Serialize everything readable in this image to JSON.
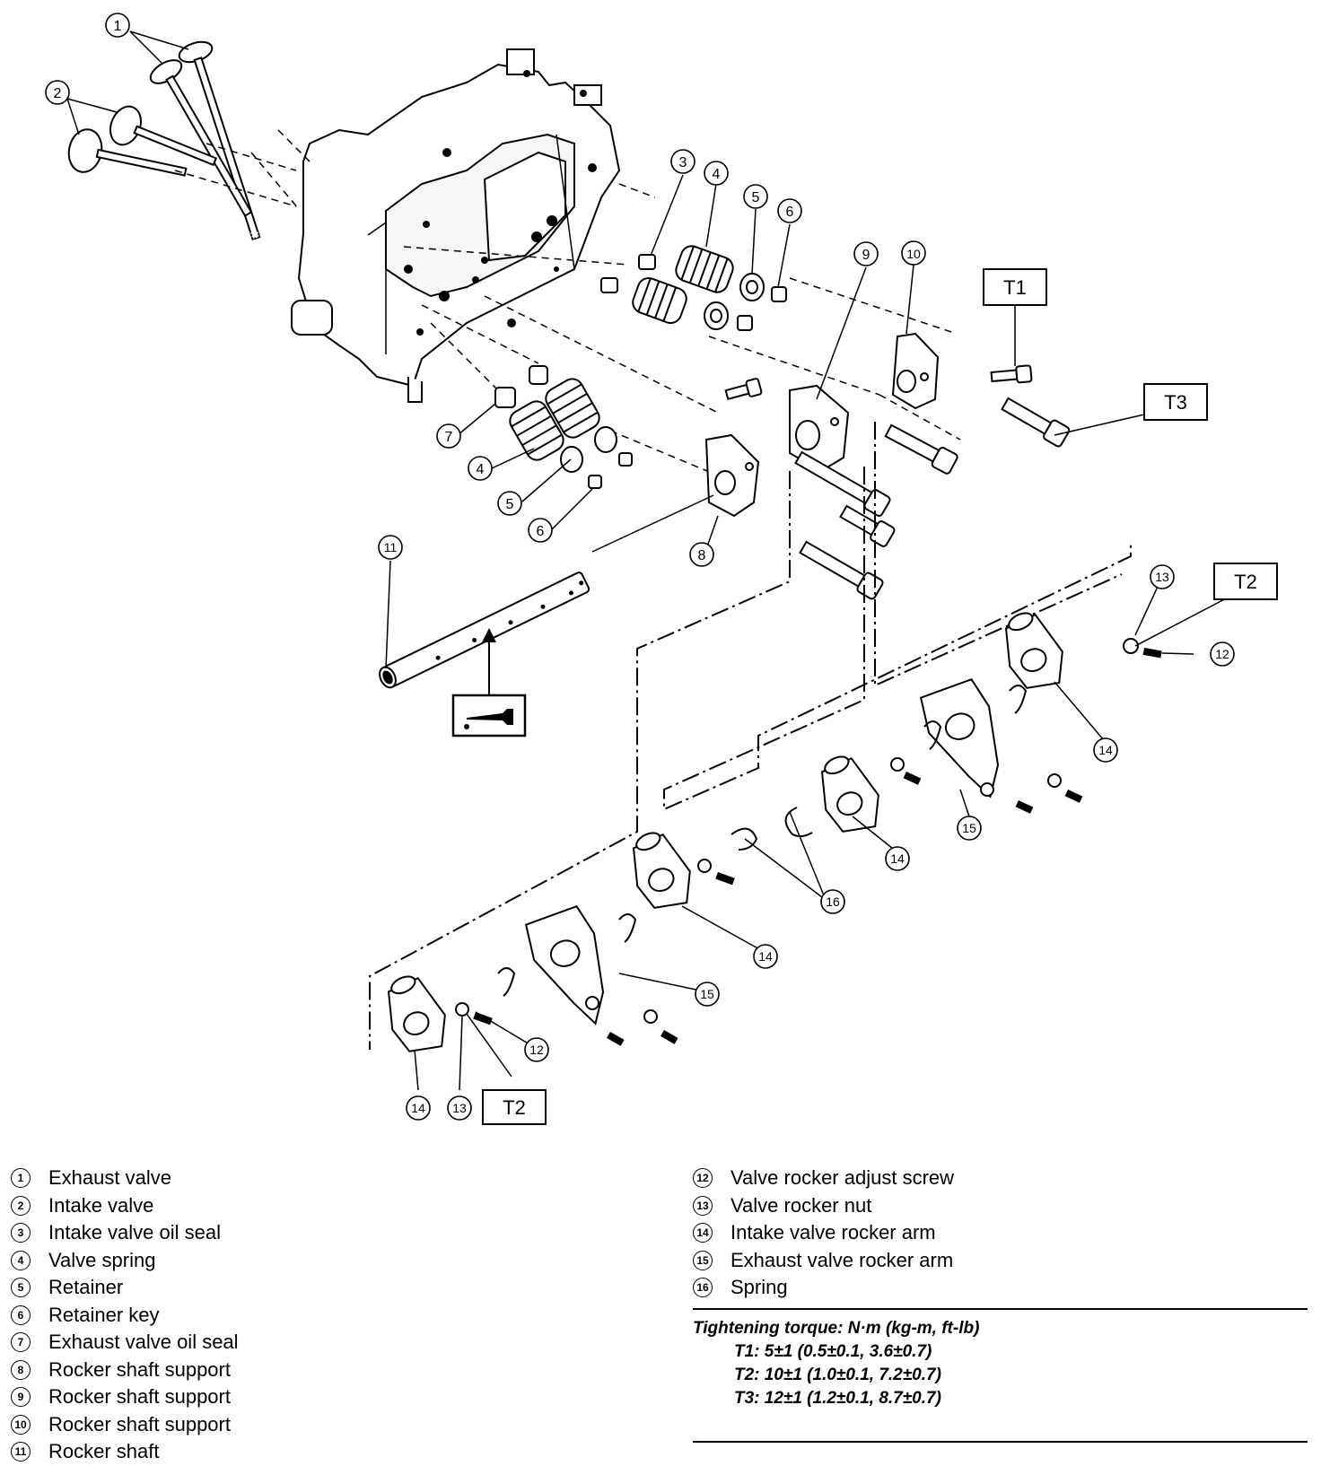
{
  "figure": {
    "callouts": [
      {
        "num": "1",
        "text": "①"
      },
      {
        "num": "2",
        "text": "②"
      },
      {
        "num": "3",
        "text": "③"
      },
      {
        "num": "4",
        "text": "④"
      },
      {
        "num": "5",
        "text": "⑤"
      },
      {
        "num": "6",
        "text": "⑥"
      },
      {
        "num": "7",
        "text": "⑦"
      },
      {
        "num": "8",
        "text": "⑧"
      },
      {
        "num": "9",
        "text": "⑨"
      },
      {
        "num": "10",
        "text": "⑩"
      },
      {
        "num": "11",
        "text": "⑪"
      },
      {
        "num": "12",
        "text": "⑫"
      },
      {
        "num": "13",
        "text": "⑬"
      },
      {
        "num": "14",
        "text": "⑭"
      },
      {
        "num": "15",
        "text": "⑮"
      },
      {
        "num": "16",
        "text": "⑯"
      }
    ],
    "torque_tags": {
      "t1": "T1",
      "t2": "T2",
      "t3": "T3"
    }
  },
  "legend_left": [
    {
      "num": "1",
      "label": "Exhaust valve"
    },
    {
      "num": "2",
      "label": "Intake valve"
    },
    {
      "num": "3",
      "label": "Intake valve oil seal"
    },
    {
      "num": "4",
      "label": "Valve spring"
    },
    {
      "num": "5",
      "label": "Retainer"
    },
    {
      "num": "6",
      "label": "Retainer key"
    },
    {
      "num": "7",
      "label": "Exhaust valve oil seal"
    },
    {
      "num": "8",
      "label": "Rocker shaft support"
    },
    {
      "num": "9",
      "label": "Rocker shaft support"
    },
    {
      "num": "10",
      "label": "Rocker shaft support"
    },
    {
      "num": "11",
      "label": "Rocker shaft"
    }
  ],
  "legend_right": [
    {
      "num": "12",
      "label": "Valve rocker adjust screw"
    },
    {
      "num": "13",
      "label": "Valve rocker nut"
    },
    {
      "num": "14",
      "label": "Intake valve rocker arm"
    },
    {
      "num": "15",
      "label": "Exhaust valve rocker arm"
    },
    {
      "num": "16",
      "label": "Spring"
    }
  ],
  "torque": {
    "title": "Tightening torque: N·m (kg-m, ft-lb)",
    "rows": [
      "T1: 5±1 (0.5±0.1, 3.6±0.7)",
      "T2: 10±1 (1.0±0.1, 7.2±0.7)",
      "T3: 12±1 (1.2±0.1, 8.7±0.7)"
    ]
  }
}
